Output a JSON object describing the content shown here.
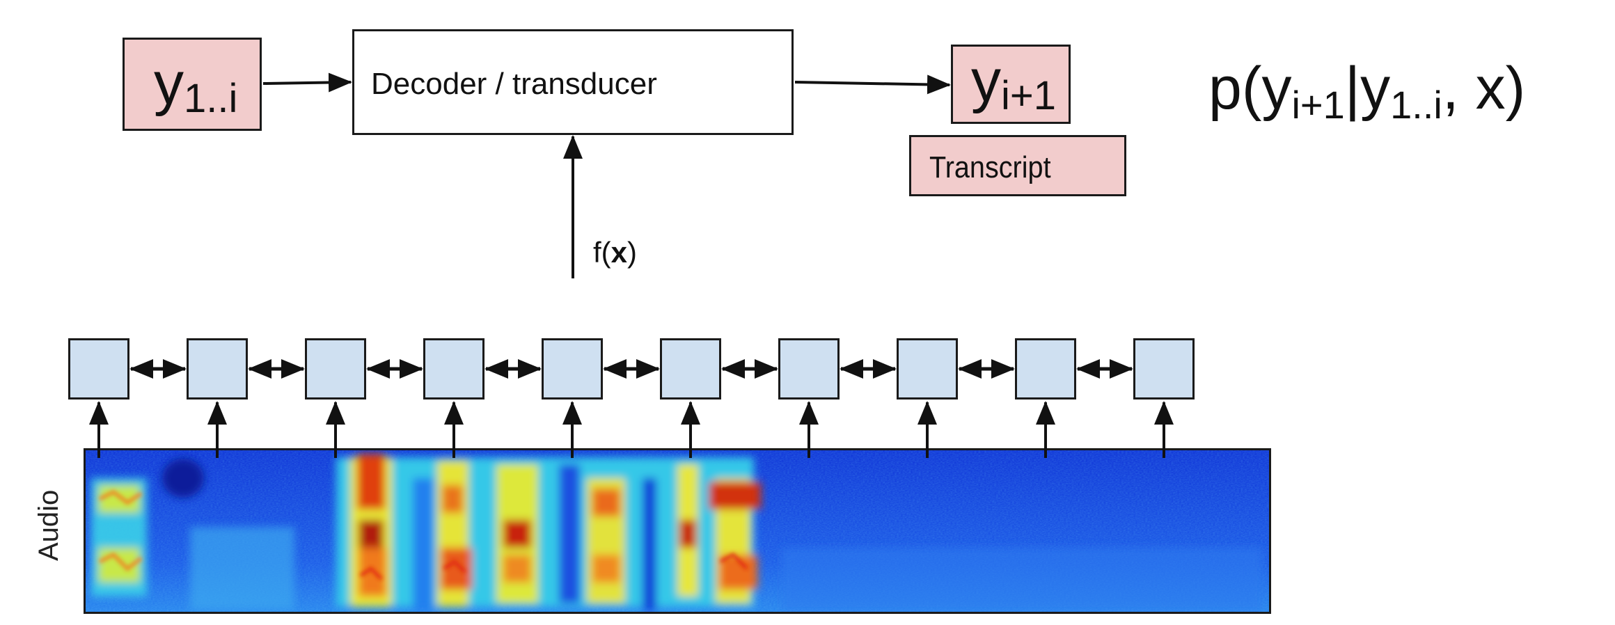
{
  "input_box": {
    "sym": "y",
    "sub": "1..i"
  },
  "decoder_box": {
    "label": "Decoder / transducer"
  },
  "output_box": {
    "sym": "y",
    "sub": "i+1"
  },
  "transcript_box": {
    "label": "Transcript"
  },
  "encoder_output_label": {
    "prefix": "f(",
    "bold": "x",
    "suffix": ")"
  },
  "formula": {
    "p": "p(y",
    "sub1": "i+1",
    "mid": "|y",
    "sub2": "1..i",
    "tail": ", x)"
  },
  "spectrogram": {
    "axis_label": "Audio"
  },
  "colors": {
    "pink_box": "#f2cccc",
    "rnn_cell": "#cfe0f1",
    "spectrogram_bg": "#1a3fd6"
  },
  "encoder": {
    "cell_count": 10
  }
}
